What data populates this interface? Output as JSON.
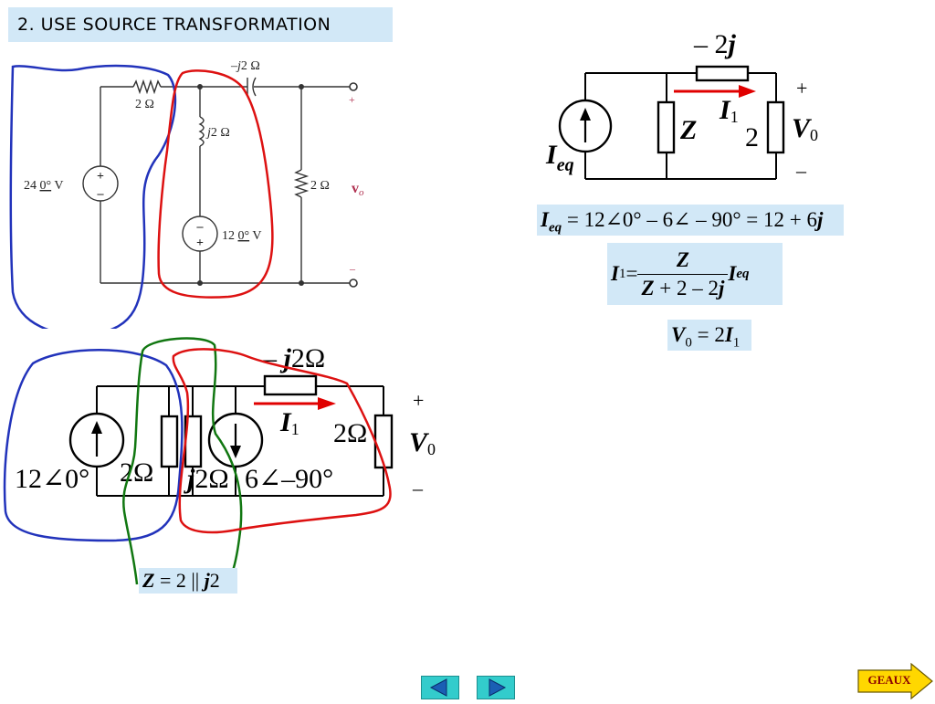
{
  "title": "2. USE SOURCE TRANSFORMATION",
  "original_circuit": {
    "cap_label_pre": "–j",
    "cap_label_post": "2 Ω",
    "r1_label": "2 Ω",
    "inductor_label_pre": "j",
    "inductor_label_post": "2 Ω",
    "src1_mag": "24",
    "src1_ang": "0°",
    "src1_unit": "V",
    "src2_mag": "12",
    "src2_ang": "0°",
    "src2_unit": "V",
    "rload_label": "2 Ω",
    "vo_symbol": "v",
    "vo_sub": "o",
    "plus": "+",
    "minus": "–",
    "src_plus": "+",
    "src_minus": "–"
  },
  "transformed_circuit": {
    "cap_label_pre": "– ",
    "cap_j": "j",
    "cap_label_post": "2Ω",
    "i_symbol": "I",
    "i_sub": "1",
    "r_load": "2Ω",
    "v_symbol": "V",
    "v_sub": "0",
    "plus": "+",
    "minus": "–",
    "src1_label": "12∠0°",
    "r_par": "2Ω",
    "j_par_j": "j",
    "j_par_rest": "2Ω",
    "src2_label": "6∠–90°"
  },
  "z_eq": {
    "z": "Z",
    "eq": " = 2 || ",
    "j": "j",
    "two": "2"
  },
  "reduced_circuit": {
    "neg2j_pre": "– 2",
    "neg2j_j": "j",
    "i_eq_symbol": "I",
    "i_eq_sub": "eq",
    "z_label": "Z",
    "i1_symbol": "I",
    "i1_sub": "1",
    "r2_label": "2",
    "v_symbol": "V",
    "v_sub": "0",
    "plus": "+",
    "minus": "–"
  },
  "eq_ieq": {
    "lhs_symbol": "I",
    "lhs_sub": "eq",
    "rhs": " = 12∠0° – 6∠ – 90° = 12 + 6",
    "rhs_j": "j"
  },
  "eq_i1": {
    "lhs_symbol": "I",
    "lhs_sub": "1",
    "eq": " = ",
    "num": "Z",
    "den_z": "Z",
    "den_rest": " + 2 – 2",
    "den_j": "j",
    "factor_symbol": "I",
    "factor_sub": "eq"
  },
  "eq_v0": {
    "lhs_symbol": "V",
    "lhs_sub": "0",
    "eq": " = 2",
    "rhs_symbol": "I",
    "rhs_sub": "1"
  },
  "nav": {
    "prev_icon": "triangle-left",
    "next_icon": "triangle-right",
    "geaux_label": "GEAUX"
  },
  "colors": {
    "title_bg": "#d2e8f7",
    "blue_annotation": "#2233bb",
    "red_annotation": "#dd1111",
    "green_annotation": "#117711",
    "arrow_red": "#e00000",
    "nav_button": "#33cccc",
    "geaux_fill": "#ffd700"
  }
}
